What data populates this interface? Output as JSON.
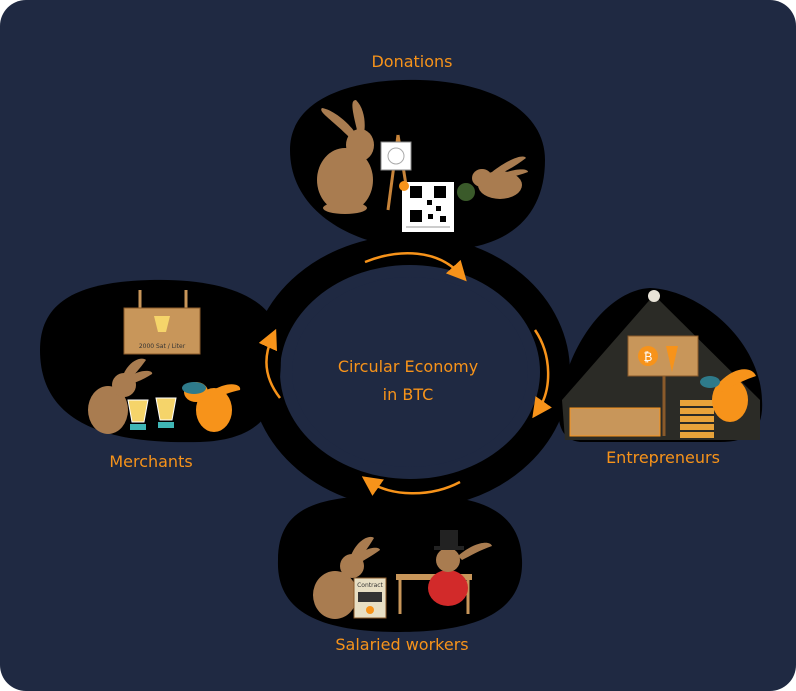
{
  "diagram": {
    "center_title_line1": "Circular Economy",
    "center_title_line2": "in BTC",
    "nodes": {
      "donations": "Donations",
      "entrepreneurs": "Entrepreneurs",
      "salaried_workers": "Salaried workers",
      "merchants": "Merchants"
    },
    "sign_text": "2000 Sat / Liter",
    "contract_text": "Contract"
  },
  "colors": {
    "background": "#1F2942",
    "blob": "#000000",
    "accent": "#F7931A",
    "rabbit": "#A97C50"
  }
}
